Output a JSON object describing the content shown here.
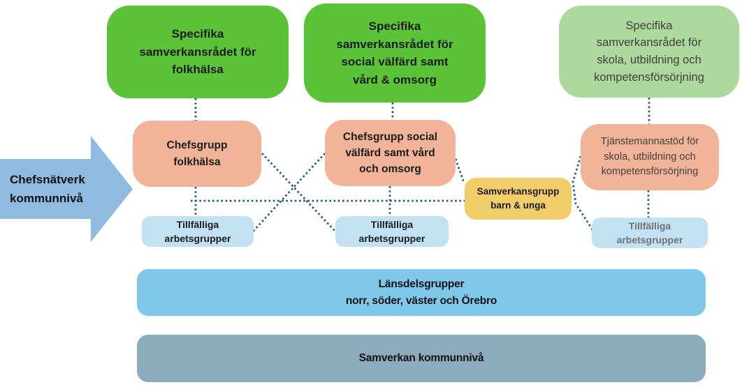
{
  "colors": {
    "green": "#5BC338",
    "light_green": "#AED99C",
    "salmon": "#F2B498",
    "yellow": "#F2CE6B",
    "light_blue": "#C2E1F2",
    "sky_blue": "#7FC8E9",
    "slate_blue": "#8CABBD",
    "arrow_blue": "#8FBBE1",
    "connector_dotted": "#1F5E78"
  },
  "arrow": {
    "label": "Chefsnätverk\nkommunnivå"
  },
  "top_row": [
    {
      "label": "Specifika\nsamverkansrådet för\nfolkhälsa"
    },
    {
      "label": "Specifika\nsamverkansrådet för\nsocial välfärd samt\nvård & omsorg"
    },
    {
      "label": "Specifika\nsamverkansrådet för\nskola, utbildning och\nkompetensförsörjning"
    }
  ],
  "middle_row": [
    {
      "label": "Chefsgrupp\nfolkhälsa"
    },
    {
      "label": "Chefsgrupp social\nvälfärd samt vård\noch omsorg"
    },
    {
      "label": "Tjänstemannastöd för\nskola, utbildning och\nkompetensförsörjning"
    }
  ],
  "samverkansgrupp": {
    "label": "Samverkansgrupp\nbarn & unga"
  },
  "temp_groups": [
    {
      "label": "Tillfälliga\narbetsgrupper"
    },
    {
      "label": "Tillfälliga\narbetsgrupper"
    },
    {
      "label": "Tillfälliga\narbetsgrupper"
    }
  ],
  "bottom_bars": [
    {
      "label": "Länsdelsgrupper\nnorr, söder, väster och Örebro"
    },
    {
      "label": "Samverkan kommunnivå"
    }
  ]
}
